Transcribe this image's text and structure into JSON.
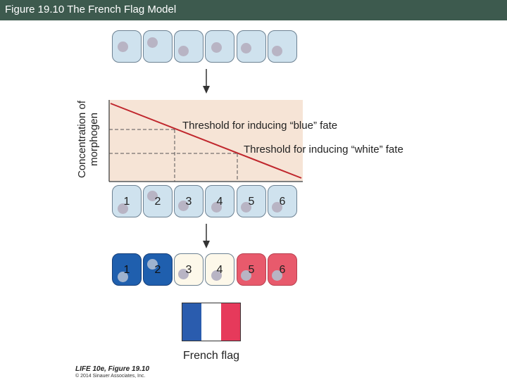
{
  "title": "Figure 19.10 The French Flag Model",
  "graph": {
    "ylabel": "Concentration of morphogen",
    "threshold_blue": "Threshold for inducing “blue” fate",
    "threshold_white": "Threshold for inducing “white” fate"
  },
  "cell_numbers": [
    "1",
    "2",
    "3",
    "4",
    "5",
    "6"
  ],
  "fates": [
    "blue",
    "blue",
    "white",
    "white",
    "red",
    "red"
  ],
  "colors": {
    "blue": "#1f5fae",
    "white": "#fdf8ea",
    "red": "#e85a6c",
    "undifferentiated": "#cfe2ee",
    "flag_blue": "#2a5cae",
    "flag_white": "#ffffff",
    "flag_red": "#e63a5b",
    "gradient_line": "#c0272d"
  },
  "flag_label": "French flag",
  "credit": {
    "line1": "LIFE 10e, Figure 19.10",
    "line2": "© 2014 Sinauer Associates, Inc."
  }
}
